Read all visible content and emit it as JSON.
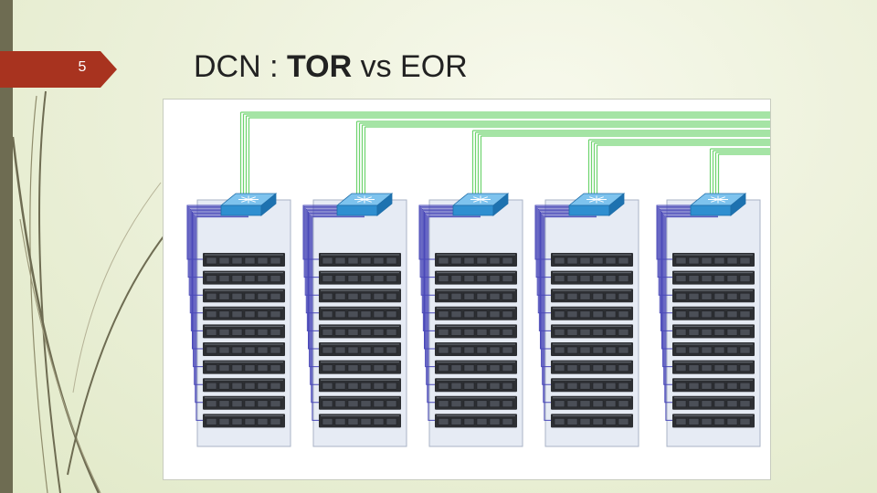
{
  "slide": {
    "number": "5",
    "title_prefix": "DCN : ",
    "title_bold": "TOR",
    "title_suffix": " vs EOR"
  },
  "diagram": {
    "rack_count": 5,
    "servers_per_rack": 10,
    "colors": {
      "uplink": "#6fd46f",
      "server_link": "#4a49b8",
      "rack_fill": "#e6ebf4",
      "rack_border": "#a9b3c6",
      "switch": "#2f8fd0",
      "server": "#2d2f33",
      "slide_tab": "#a8331f",
      "left_bar": "#6e6c52"
    },
    "icons": {
      "tor_switch": "network-switch-icon",
      "server": "rack-server-icon"
    }
  }
}
